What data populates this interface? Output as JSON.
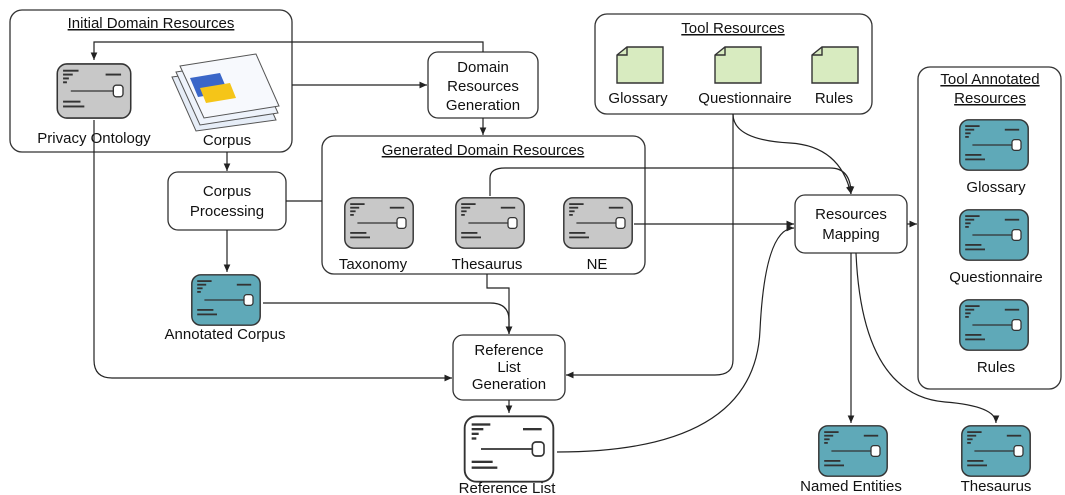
{
  "groups": {
    "initial_domain": "Initial Domain Resources",
    "tool_resources": "Tool Resources",
    "generated_domain": "Generated Domain Resources",
    "tool_annotated_line1": "Tool Annotated",
    "tool_annotated_line2": "Resources"
  },
  "processes": {
    "domain_gen": [
      "Domain",
      "Resources",
      "Generation"
    ],
    "corpus_proc": [
      "Corpus",
      "Processing"
    ],
    "resources_mapping": [
      "Resources",
      "Mapping"
    ],
    "reference_gen": [
      "Reference",
      "List",
      "Generation"
    ]
  },
  "labels": {
    "privacy_ontology": "Privacy Ontology",
    "corpus": "Corpus",
    "glossary_doc": "Glossary",
    "questionnaire_doc": "Questionnaire",
    "rules_doc": "Rules",
    "taxonomy": "Taxonomy",
    "thesaurus": "Thesaurus",
    "ne": "NE",
    "annotated_corpus": "Annotated Corpus",
    "reference_list": "Reference List",
    "named_entities": "Named Entities",
    "thesaurus_out": "Thesaurus",
    "glossary_ann": "Glossary",
    "questionnaire_ann": "Questionnaire",
    "rules_ann": "Rules"
  },
  "colors": {
    "gray_resource": "#c8c8c8",
    "teal_resource": "#5fa9b8",
    "white_resource": "#ffffff",
    "doc_green": "#d8ebc0",
    "corpus_blue": "#3a66c8",
    "corpus_yellow": "#f5c518"
  }
}
